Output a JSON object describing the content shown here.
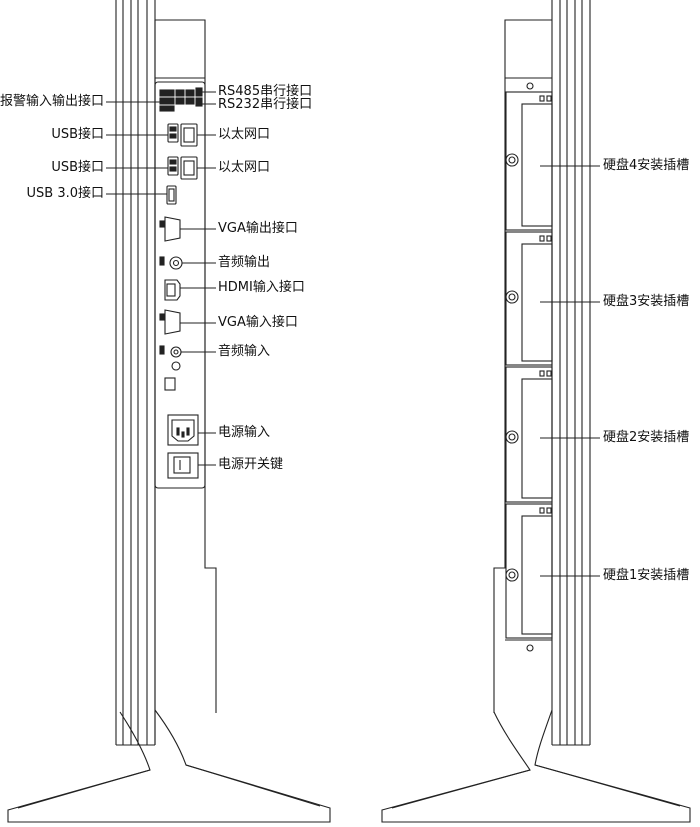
{
  "left_labels": {
    "alarm_io": "报警输入输出接口",
    "usb_1": "USB接口",
    "usb_2": "USB接口",
    "usb3": "USB 3.0接口"
  },
  "right_labels": {
    "rs485": "RS485串行接口",
    "rs232": "RS232串行接口",
    "ethernet_1": "以太网口",
    "ethernet_2": "以太网口",
    "vga_out": "VGA输出接口",
    "audio_out": "音频输出",
    "hdmi_in": "HDMI输入接口",
    "vga_in": "VGA输入接口",
    "audio_in": "音频输入",
    "power_in": "电源输入",
    "power_switch": "电源开关键"
  },
  "hdd_labels": {
    "slot4": "硬盘4安装插槽",
    "slot3": "硬盘3安装插槽",
    "slot2": "硬盘2安装插槽",
    "slot1": "硬盘1安装插槽"
  },
  "colors": {
    "line": "#222222",
    "panel": "#ffffff"
  }
}
